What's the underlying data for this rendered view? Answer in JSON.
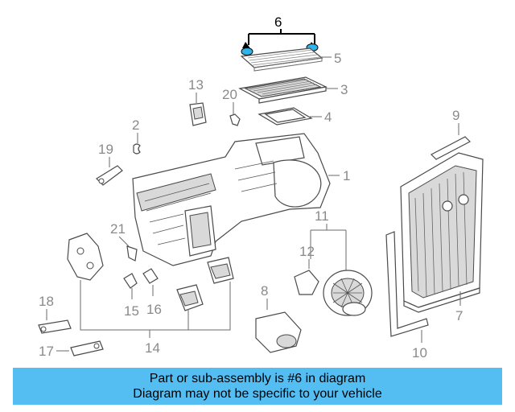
{
  "callouts": {
    "c1": "1",
    "c2": "2",
    "c3": "3",
    "c4": "4",
    "c5": "5",
    "c6": "6",
    "c7": "7",
    "c8": "8",
    "c9": "9",
    "c10": "10",
    "c11": "11",
    "c12": "12",
    "c13": "13",
    "c14": "14",
    "c15": "15",
    "c16": "16",
    "c17": "17",
    "c18": "18",
    "c19": "19",
    "c20": "20",
    "c21": "21"
  },
  "highlighted_part": "6",
  "banner": {
    "line1": "Part or sub-assembly is #6 in diagram",
    "line2": "Diagram may not be specific to your vehicle",
    "color": "#54bdf2"
  },
  "colors": {
    "highlight": "#2fb3e8",
    "line": "#4a4a4a",
    "label": "#8a8a8a"
  }
}
